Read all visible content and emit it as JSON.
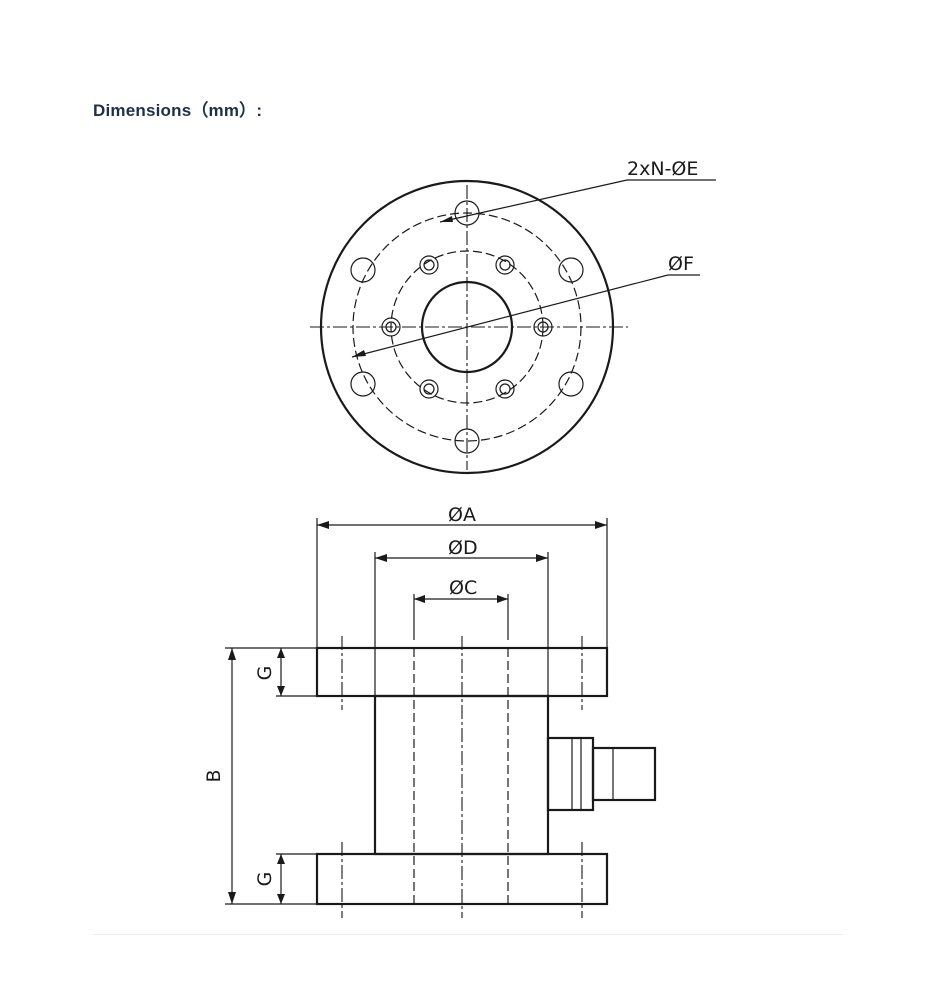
{
  "heading": "Dimensions（mm）:",
  "labels": {
    "holes": "2xN-ØE",
    "bolt_circle": "ØF",
    "outer_diameter": "ØA",
    "flange_step": "ØD",
    "bore": "ØC",
    "height": "B",
    "flange_thickness_top": "G",
    "flange_thickness_bottom": "G"
  }
}
